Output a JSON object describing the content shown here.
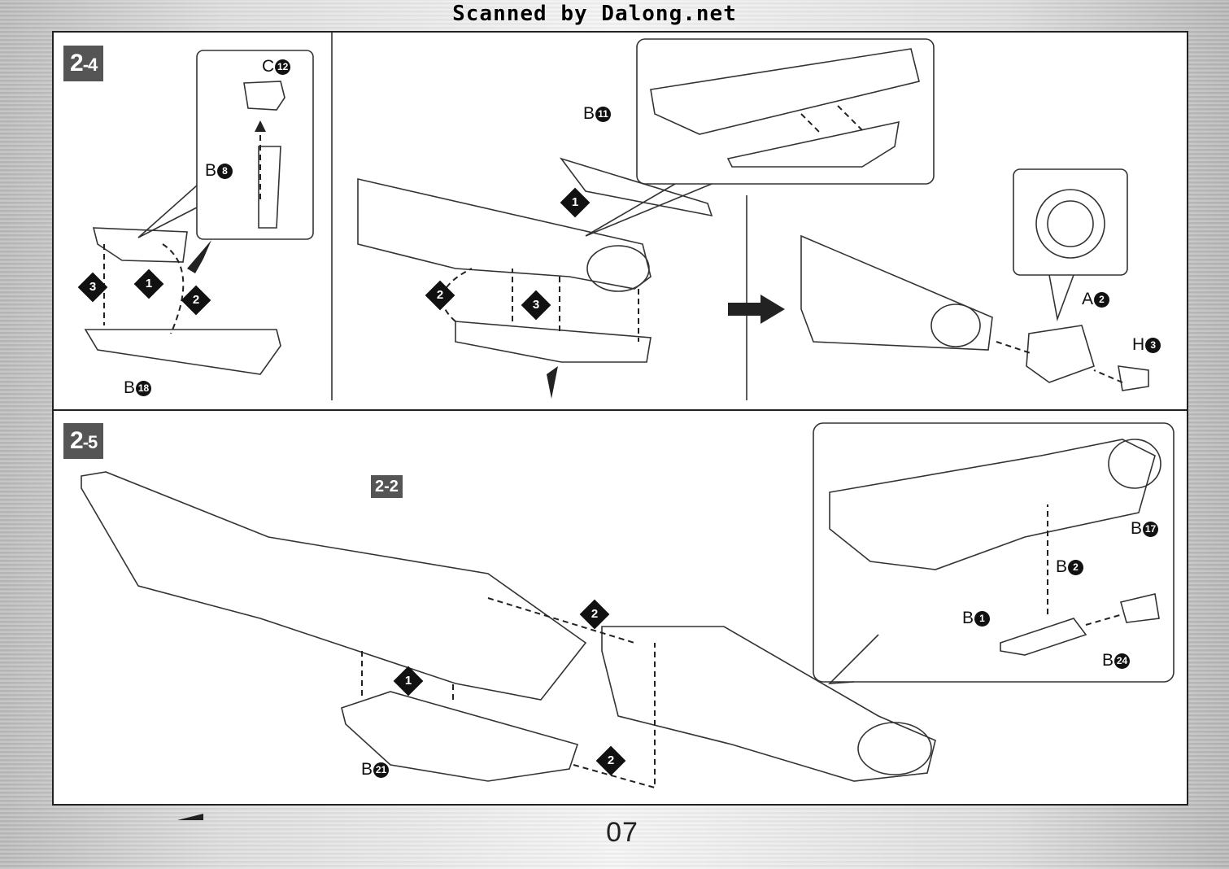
{
  "watermark": "Scanned by Dalong.net",
  "steps": [
    {
      "main": "2",
      "sub": "-4"
    },
    {
      "main": "2",
      "sub": "-5"
    }
  ],
  "ref_tag": {
    "main": "2",
    "sub": "-2"
  },
  "parts": [
    {
      "letter": "C",
      "num": "12"
    },
    {
      "letter": "B",
      "num": "8"
    },
    {
      "letter": "B",
      "num": "18"
    },
    {
      "letter": "B",
      "num": "11"
    },
    {
      "letter": "A",
      "num": "2"
    },
    {
      "letter": "H",
      "num": "3"
    },
    {
      "letter": "B",
      "num": "17"
    },
    {
      "letter": "B",
      "num": "2"
    },
    {
      "letter": "B",
      "num": "1"
    },
    {
      "letter": "B",
      "num": "24"
    },
    {
      "letter": "B",
      "num": "21"
    }
  ],
  "order_marks": [
    "1",
    "2",
    "3"
  ],
  "page_number": "07",
  "colors": {
    "tag_bg": "#555555",
    "ink": "#111111",
    "paper": "#ffffff"
  }
}
